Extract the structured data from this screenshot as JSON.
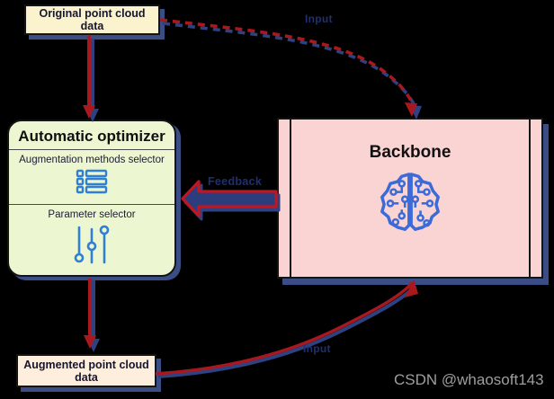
{
  "nodes": {
    "original": {
      "label": "Original point cloud data"
    },
    "optimizer": {
      "title": "Automatic optimizer",
      "methods_selector": {
        "label": "Augmentation methods selector",
        "icon": "list-icon"
      },
      "parameter_selector": {
        "label": "Parameter selector",
        "icon": "sliders-icon"
      }
    },
    "backbone": {
      "title": "Backbone",
      "icon": "brain-circuit-icon"
    },
    "augmented": {
      "label": "Augmented point cloud data"
    }
  },
  "edges": {
    "input_top": {
      "label": "Input",
      "style": "dashed-curve"
    },
    "feedback": {
      "label": "Feedback",
      "style": "block-arrow-left"
    },
    "input_bottom": {
      "label": "Input",
      "style": "solid-curve"
    }
  },
  "watermark": "CSDN @whaosoft143",
  "colors": {
    "background": "#000000",
    "arrow_red": "#a8191f",
    "arrow_shadow_blue": "#2e4180",
    "feedback_fill": "#2b3d7c",
    "feedback_outline": "#bf1722",
    "original_box_bg": "#faf3cd",
    "optimizer_box_bg": "#ecf7d2",
    "backbone_box_bg": "#fad3d3",
    "augmented_box_bg": "#fdeedd",
    "icon_blue": "#2f7fd6",
    "edge_label_navy": "#20306f"
  }
}
